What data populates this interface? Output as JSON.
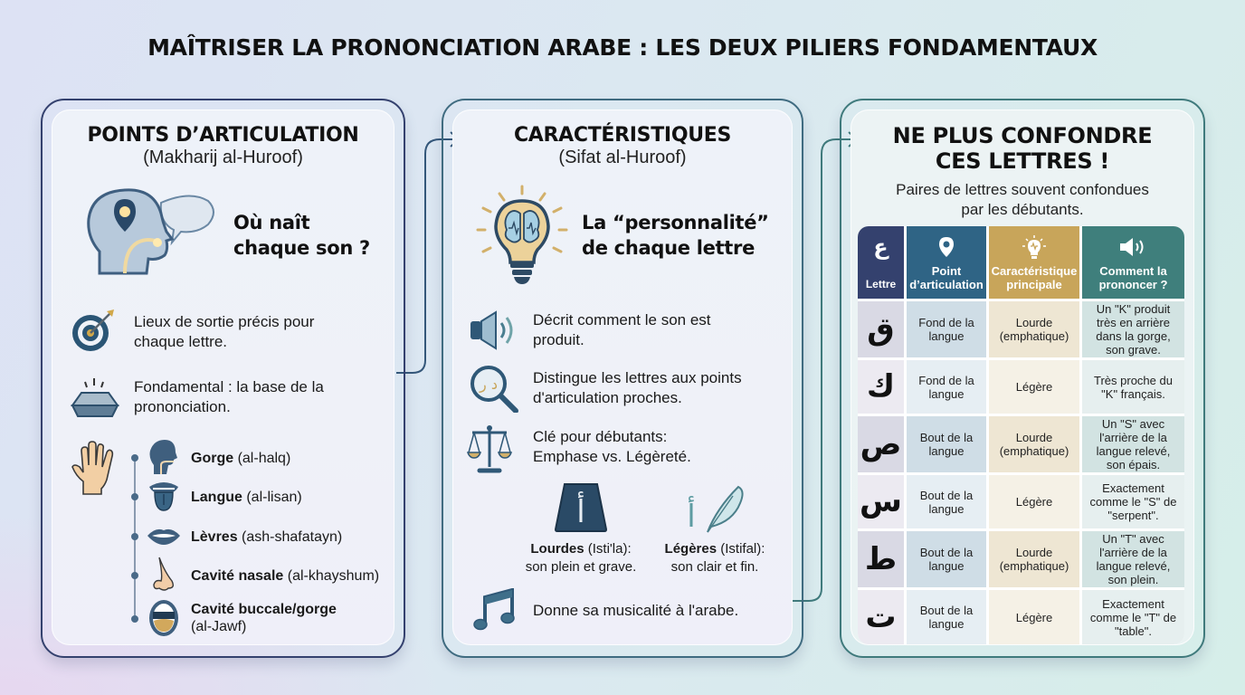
{
  "title": "MAÎTRISER LA PRONONCIATION ARABE : LES DEUX PILIERS FONDAMENTAUX",
  "colors": {
    "navy": "#34416e",
    "teal_blue": "#2f6485",
    "gold": "#c8a55a",
    "teal": "#3f7f7c",
    "icon_blue": "#2f5877"
  },
  "panel1": {
    "title": "POINTS D’ARTICULATION",
    "subtitle": "(Makharij al-Huroof)",
    "lead_line1": "Où naît",
    "lead_line2": "chaque son ?",
    "hero_icon": "head-with-location-pin-icon",
    "bullets": [
      {
        "icon": "target-icon",
        "line1": "Lieux de sortie précis pour",
        "line2": "chaque lettre."
      },
      {
        "icon": "foundation-block-icon",
        "line1": "Fondamental : la base de la",
        "line2": "prononciation."
      }
    ],
    "hand_icon": "hand-five-fingers-icon",
    "organs": [
      {
        "icon": "throat-icon",
        "name": "Gorge",
        "arabic": "(al-halq)"
      },
      {
        "icon": "tongue-icon",
        "name": "Langue",
        "arabic": "(al-lisan)"
      },
      {
        "icon": "lips-icon",
        "name": "Lèvres",
        "arabic": "(ash-shafatayn)"
      },
      {
        "icon": "nose-icon",
        "name": "Cavité nasale",
        "arabic": "(al-khayshum)"
      },
      {
        "icon": "open-mouth-icon",
        "name": "Cavité buccale/gorge",
        "arabic": "(al-Jawf)"
      }
    ]
  },
  "panel2": {
    "title": "CARACTÉRISTIQUES",
    "subtitle": "(Sifat al-Huroof)",
    "lead_line1": "La “personnalité”",
    "lead_line2": "de chaque lettre",
    "hero_icon": "lightbulb-brain-icon",
    "bullets": [
      {
        "icon": "speaker-icon",
        "line1": "Décrit comment le son est",
        "line2": "produit."
      },
      {
        "icon": "magnifier-icon",
        "line1": "Distingue les lettres aux points",
        "line2": "d'articulation proches."
      },
      {
        "icon": "scales-icon",
        "line1": "Clé pour débutants:",
        "line2": "Emphase vs. Légèreté."
      }
    ],
    "heavy": {
      "glyph": "أ",
      "bold": "Lourdes",
      "term": " (Isti'la):",
      "desc": "son plein et grave."
    },
    "light": {
      "glyph": "أ",
      "bold": "Légères",
      "term": " (Istifal):",
      "desc": "son clair et fin."
    },
    "music": {
      "icon": "music-note-icon",
      "text": "Donne sa musicalité à l'arabe."
    }
  },
  "panel3": {
    "title_line1": "NE PLUS CONFONDRE",
    "title_line2": "CES LETTRES !",
    "subtitle_line1": "Paires de lettres souvent confondues",
    "subtitle_line2": "par les débutants.",
    "table": {
      "headers": [
        {
          "icon": "ain-letter-icon",
          "glyph": "ع",
          "label": "Lettre",
          "color": "#34416e"
        },
        {
          "icon": "location-pin-icon",
          "label_line1": "Point",
          "label_line2": "d’articulation",
          "color": "#2f6485"
        },
        {
          "icon": "lightbulb-icon",
          "label_line1": "Caractéristique",
          "label_line2": "principale",
          "color": "#c8a55a"
        },
        {
          "icon": "speaker-icon",
          "label_line1": "Comment la",
          "label_line2": "prononcer ?",
          "color": "#3f7f7c"
        }
      ],
      "rows": [
        {
          "letter": "ق",
          "point": "Fond de la langue",
          "carac": "Lourde (emphatique)",
          "how": "Un \"K\" produit très en arrière dans la gorge, son grave."
        },
        {
          "letter": "ك",
          "point": "Fond de la langue",
          "carac": "Légère",
          "how": "Très proche du \"K\" français."
        },
        {
          "letter": "ص",
          "point": "Bout de la langue",
          "carac": "Lourde (emphatique)",
          "how": "Un \"S\" avec l'arrière de la langue relevé, son épais."
        },
        {
          "letter": "س",
          "point": "Bout de la langue",
          "carac": "Légère",
          "how": "Exactement comme le \"S\" de \"serpent\"."
        },
        {
          "letter": "ط",
          "point": "Bout de la langue",
          "carac": "Lourde (emphatique)",
          "how": "Un \"T\" avec l'arrière de la langue relevé, son plein."
        },
        {
          "letter": "ت",
          "point": "Bout de la langue",
          "carac": "Légère",
          "how": "Exactement comme le \"T\" de \"table\"."
        }
      ]
    }
  }
}
